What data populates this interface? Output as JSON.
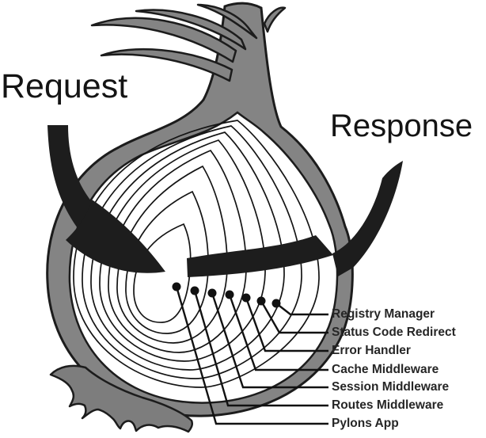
{
  "diagram": {
    "title": "Pylons WSGI middleware onion diagram",
    "request_label": "Request",
    "response_label": "Response"
  },
  "layers": [
    {
      "label": "Registry Manager"
    },
    {
      "label": "Status Code Redirect"
    },
    {
      "label": "Error Handler"
    },
    {
      "label": "Cache Middleware"
    },
    {
      "label": "Session Middleware"
    },
    {
      "label": "Routes Middleware"
    },
    {
      "label": "Pylons App"
    }
  ],
  "colors": {
    "onion_skin": "#848484",
    "outline": "#1c1c1c",
    "arrow": "#1d1d1d",
    "ring_line": "#141414",
    "label_text": "#262626",
    "background": "#ffffff"
  }
}
